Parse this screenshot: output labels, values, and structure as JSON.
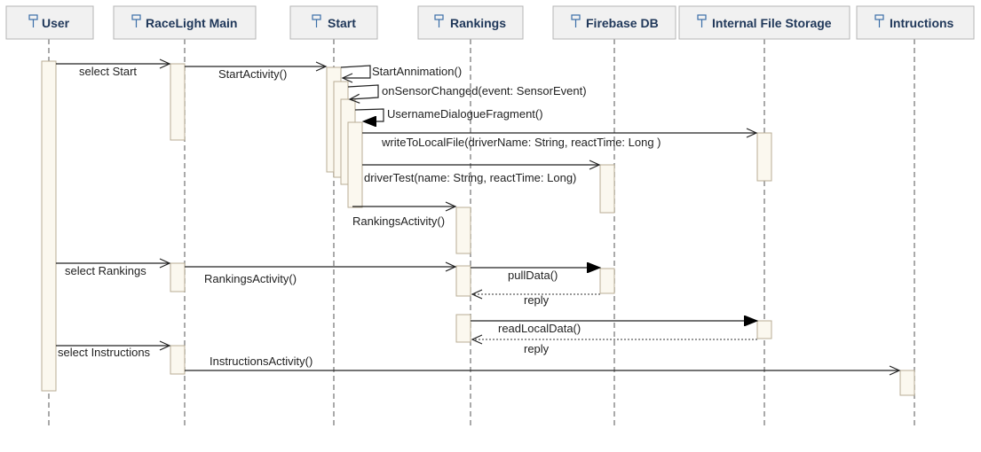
{
  "participants": [
    {
      "id": "user",
      "label": "User"
    },
    {
      "id": "main",
      "label": "RaceLight Main"
    },
    {
      "id": "start",
      "label": "Start"
    },
    {
      "id": "rankings",
      "label": "Rankings"
    },
    {
      "id": "firebase",
      "label": "Firebase DB"
    },
    {
      "id": "storage",
      "label": "Internal File Storage"
    },
    {
      "id": "instructions",
      "label": "Intructions"
    }
  ],
  "messages": [
    {
      "id": "m1",
      "label": "select Start",
      "type": "async"
    },
    {
      "id": "m2",
      "label": "StartActivity()",
      "type": "async"
    },
    {
      "id": "m3",
      "label": "StartAnnimation()",
      "type": "self-async"
    },
    {
      "id": "m4",
      "label": "onSensorChanged(event: SensorEvent)",
      "type": "self-async"
    },
    {
      "id": "m5",
      "label": "UsernameDialogueFragment()",
      "type": "self-sync"
    },
    {
      "id": "m6",
      "label": "writeToLocalFile(driverName: String, reactTime: Long )",
      "type": "async"
    },
    {
      "id": "m7",
      "label": "driverTest(name: String, reactTime: Long)",
      "type": "async"
    },
    {
      "id": "m8",
      "label": "RankingsActivity()",
      "type": "async"
    },
    {
      "id": "m9",
      "label": "select Rankings",
      "type": "async"
    },
    {
      "id": "m10",
      "label": "RankingsActivity()",
      "type": "async"
    },
    {
      "id": "m11",
      "label": "pullData()",
      "type": "sync"
    },
    {
      "id": "m12",
      "label": "reply",
      "type": "reply"
    },
    {
      "id": "m13",
      "label": "readLocalData()",
      "type": "sync"
    },
    {
      "id": "m14",
      "label": "reply",
      "type": "reply"
    },
    {
      "id": "m15",
      "label": "select Instructions",
      "type": "async"
    },
    {
      "id": "m16",
      "label": "InstructionsActivity()",
      "type": "async"
    }
  ],
  "colors": {
    "participant_fill": "#f1f1f1",
    "participant_text": "#20385a",
    "activation_fill": "#fbf8ef",
    "lifeline": "#8d8d8d",
    "icon": "#3b6ea8"
  },
  "icons": {
    "participant": "pin-icon"
  }
}
